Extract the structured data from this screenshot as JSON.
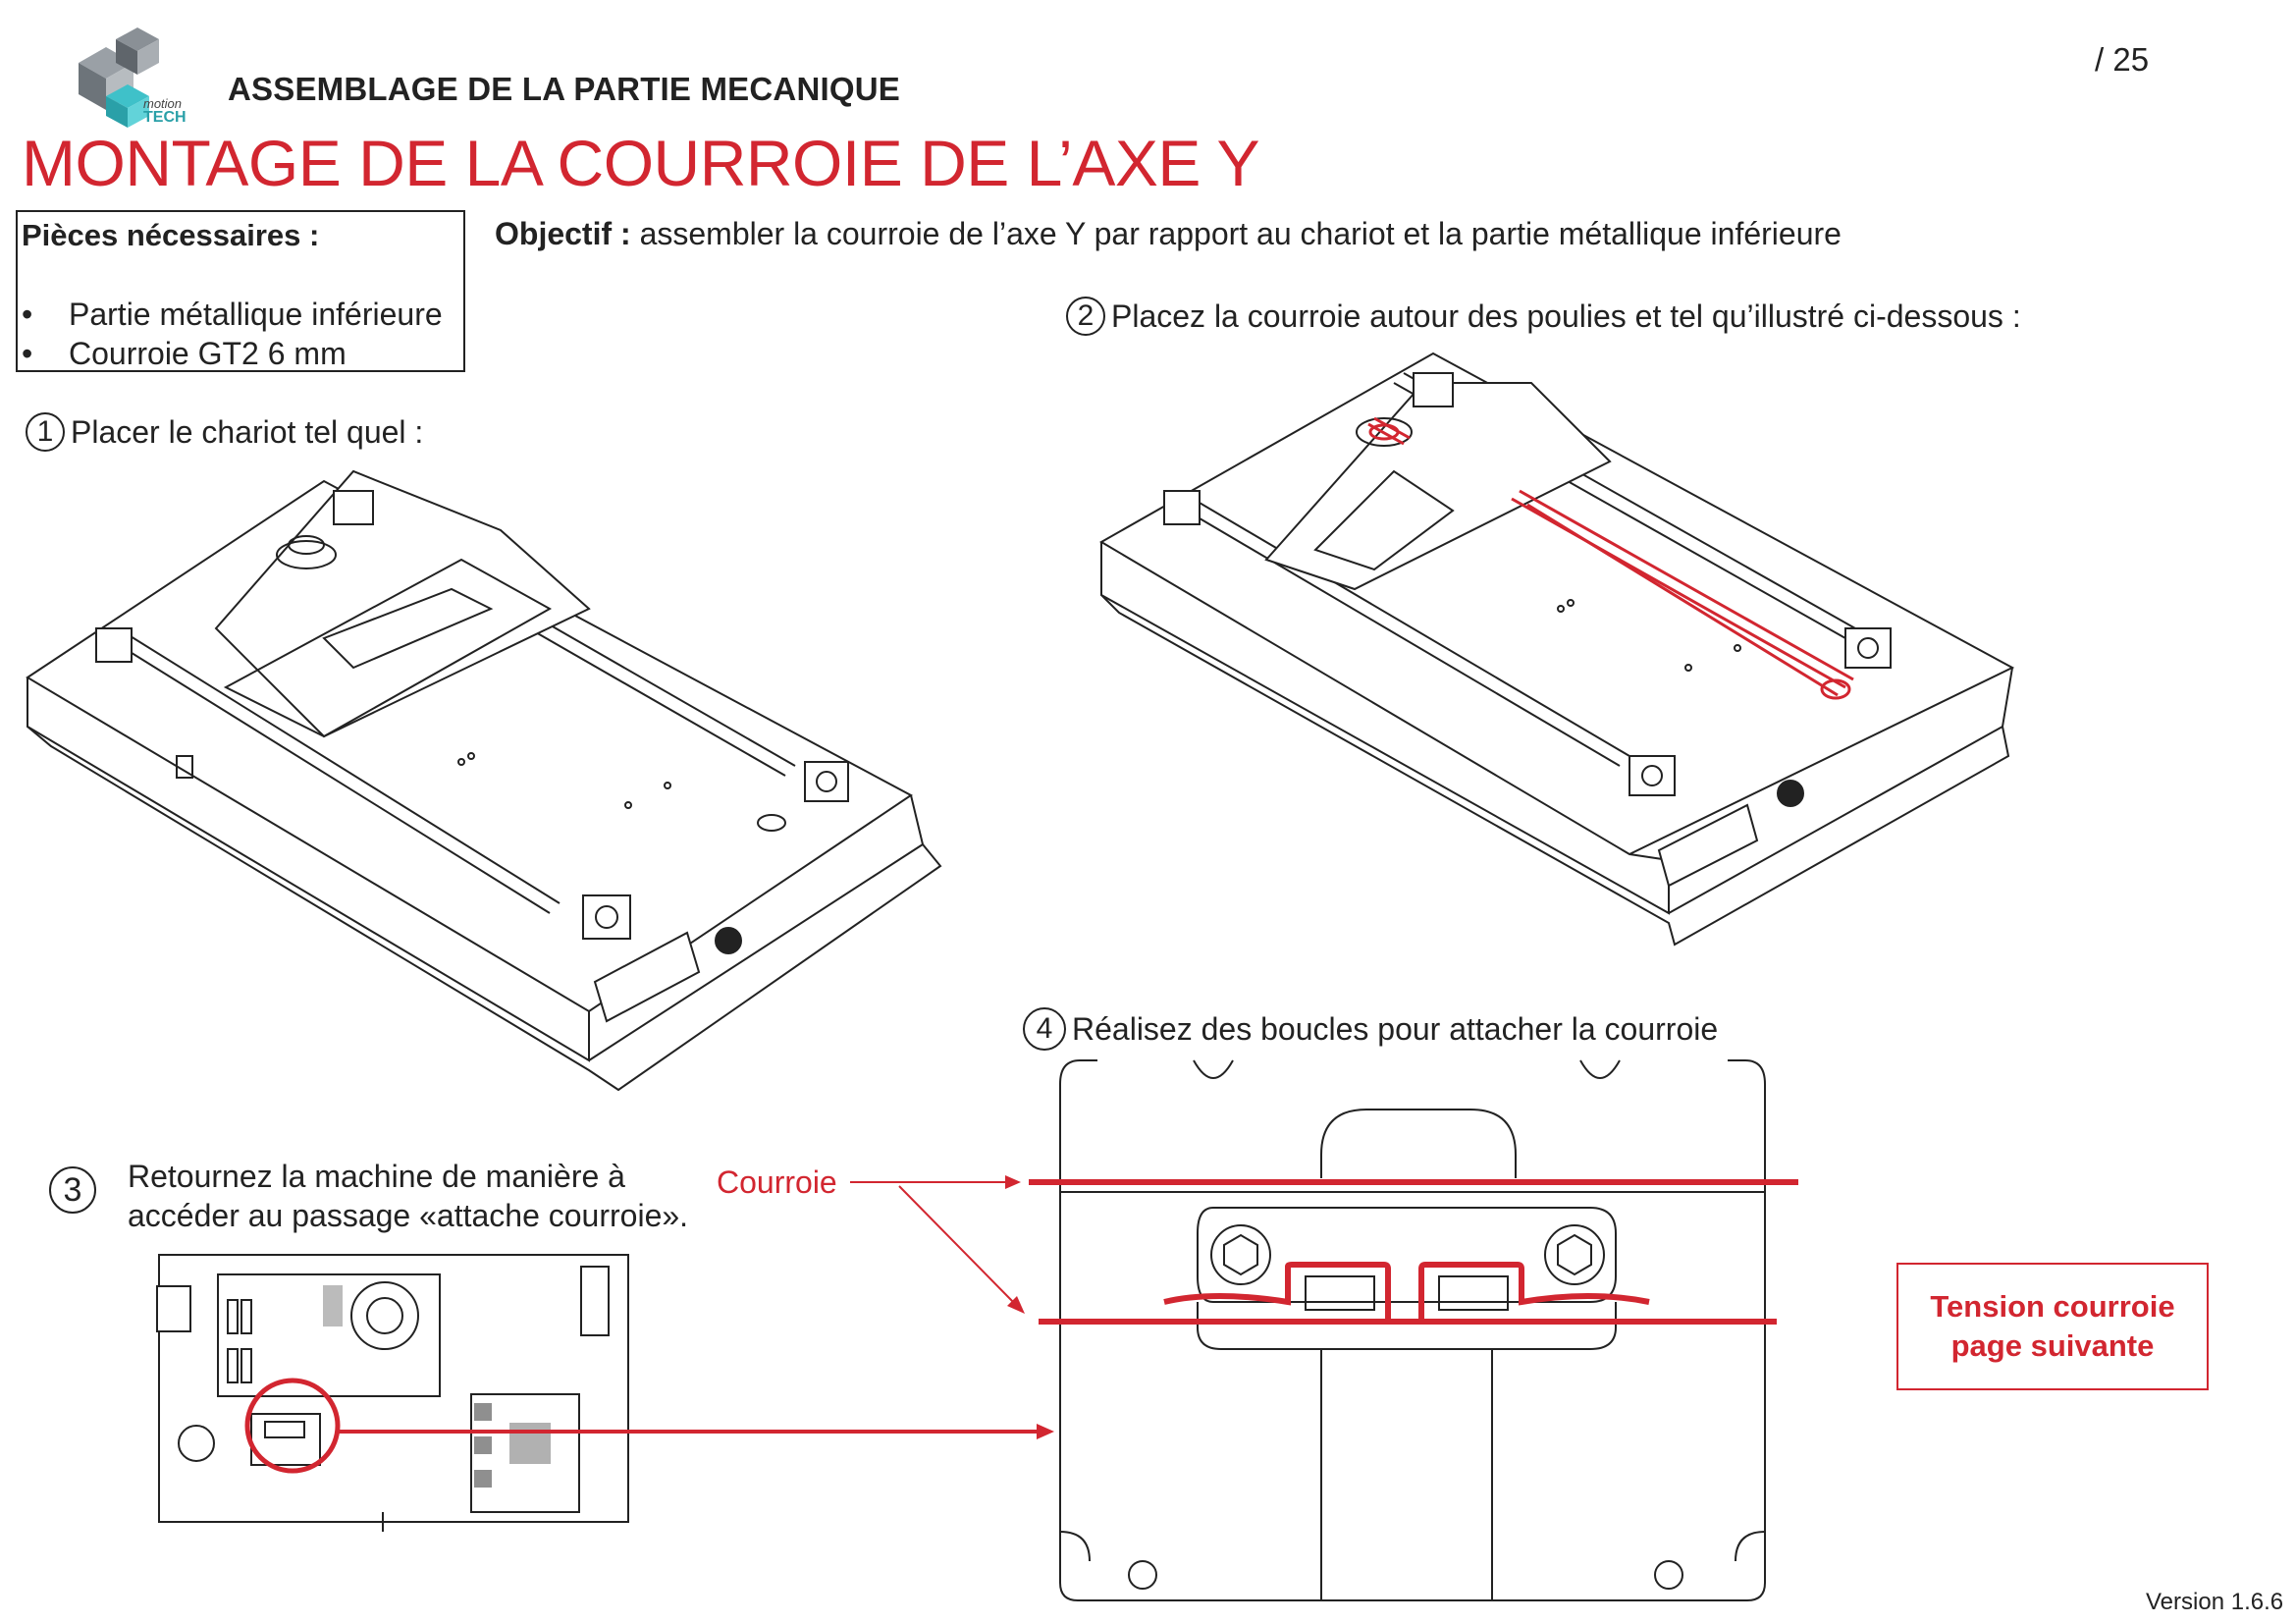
{
  "header": {
    "logo_text_top": "motion",
    "logo_text_bottom": "TECH",
    "section": "ASSEMBLAGE DE LA PARTIE MECANIQUE",
    "page": "/ 25"
  },
  "title": "MONTAGE DE LA COURROIE DE L’AXE Y",
  "parts": {
    "title": "Pièces nécessaires :",
    "bullet": "•",
    "items": [
      "Partie métallique inférieure",
      "Courroie GT2 6 mm"
    ]
  },
  "objective": {
    "label": "Objectif :",
    "text": " assembler la courroie de l’axe Y par rapport au chariot et la partie métallique inférieure"
  },
  "steps": [
    {
      "number": "1",
      "text": "Placer le chariot tel quel :"
    },
    {
      "number": "2",
      "text": "Placez la courroie autour des poulies et tel qu’illustré ci-dessous :"
    },
    {
      "number": "3",
      "line1": "Retournez la machine de manière à",
      "line2": "accéder au passage «attache courroie»."
    },
    {
      "number": "4",
      "text": "Réalisez des boucles pour attacher la courroie"
    }
  ],
  "callout_label": "Courroie",
  "tension": {
    "line1": "Tension courroie",
    "line2": "page suivante"
  },
  "version": "Version 1.6.6",
  "colors": {
    "accent_red": "#d22630",
    "line": "#222222"
  }
}
